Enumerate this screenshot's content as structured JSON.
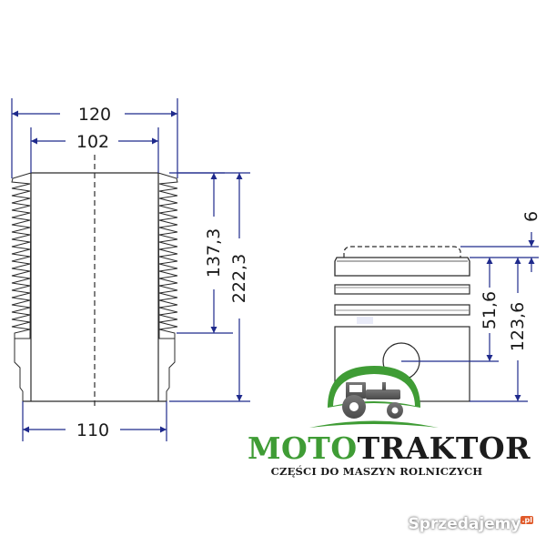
{
  "liner": {
    "outer_diameter": "120",
    "inner_diameter": "102",
    "base_diameter": "110",
    "fin_height": "137,3",
    "total_height": "222,3"
  },
  "piston": {
    "top_offset": "6",
    "pin_height": "51,6",
    "total_height": "123,6"
  },
  "logo": {
    "brand_part1": "MOTO",
    "brand_part2": "TRAKTOR",
    "tagline": "CZĘŚCI DO MASZYN ROLNICZYCH",
    "accent_green": "#3f9c35",
    "dark": "#1c1c1c"
  },
  "watermark": {
    "name": "Sprzedajemy",
    "tld": ".pl"
  },
  "colors": {
    "dimension_line": "#1f2a8c",
    "outline": "#2b2b2b"
  }
}
